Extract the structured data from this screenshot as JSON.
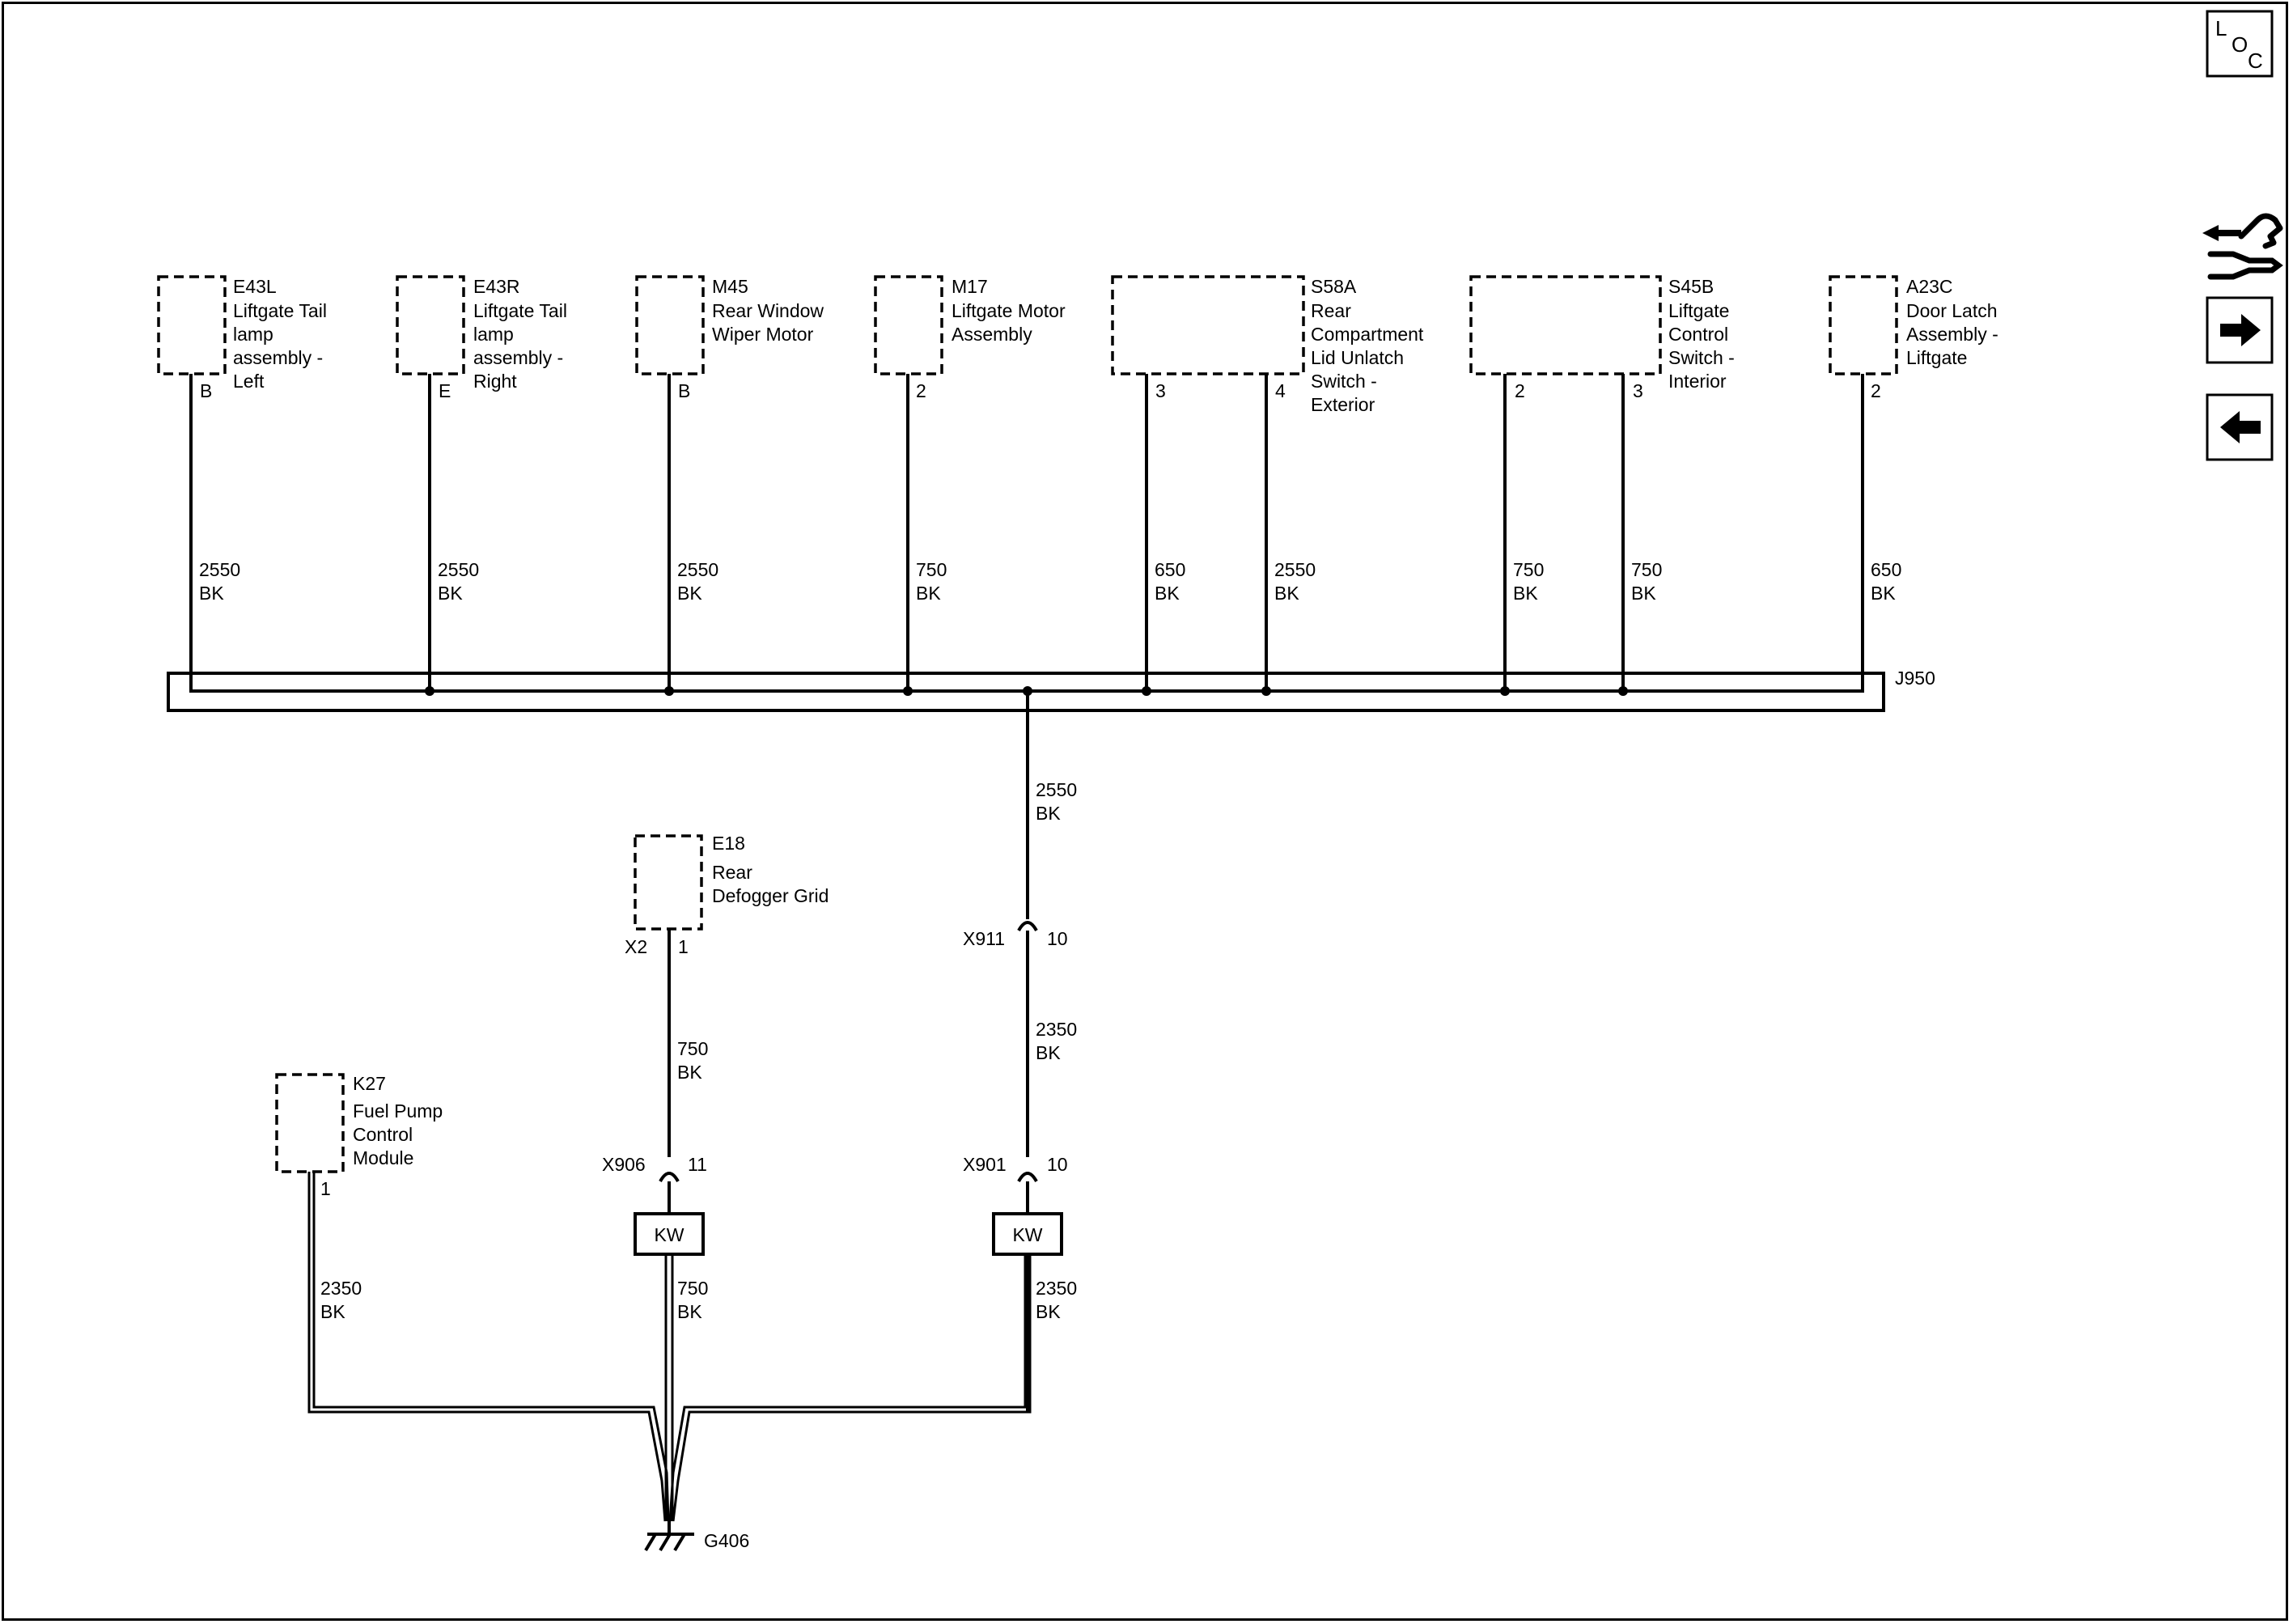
{
  "nav": {
    "loc_letters": [
      "L",
      "O",
      "C"
    ]
  },
  "components": [
    {
      "ref": "E43L",
      "lines": [
        "Liftgate Tail",
        "lamp",
        "assembly -",
        "Left"
      ],
      "pins": [
        "B"
      ]
    },
    {
      "ref": "E43R",
      "lines": [
        "Liftgate Tail",
        "lamp",
        "assembly -",
        "Right"
      ],
      "pins": [
        "E"
      ]
    },
    {
      "ref": "M45",
      "lines": [
        "Rear Window",
        "Wiper Motor"
      ],
      "pins": [
        "B"
      ]
    },
    {
      "ref": "M17",
      "lines": [
        "Liftgate Motor",
        "Assembly"
      ],
      "pins": [
        "2"
      ]
    },
    {
      "ref": "S58A",
      "lines": [
        "Rear",
        "Compartment",
        "Lid Unlatch",
        "Switch -",
        "Exterior"
      ],
      "pins": [
        "3",
        "4"
      ]
    },
    {
      "ref": "S45B",
      "lines": [
        "Liftgate",
        "Control",
        "Switch -",
        "Interior"
      ],
      "pins": [
        "2",
        "3"
      ]
    },
    {
      "ref": "A23C",
      "lines": [
        "Door Latch",
        "Assembly -",
        "Liftgate"
      ],
      "pins": [
        "2"
      ]
    },
    {
      "ref": "E18",
      "lines": [
        "Rear",
        "Defogger Grid"
      ],
      "pins": [
        "X2",
        "1"
      ]
    },
    {
      "ref": "K27",
      "lines": [
        "Fuel Pump",
        "Control",
        "Module"
      ],
      "pins": [
        "1"
      ]
    }
  ],
  "wires": [
    {
      "size": "2550",
      "color": "BK"
    },
    {
      "size": "2550",
      "color": "BK"
    },
    {
      "size": "2550",
      "color": "BK"
    },
    {
      "size": "750",
      "color": "BK"
    },
    {
      "size": "650",
      "color": "BK"
    },
    {
      "size": "2550",
      "color": "BK"
    },
    {
      "size": "750",
      "color": "BK"
    },
    {
      "size": "750",
      "color": "BK"
    },
    {
      "size": "650",
      "color": "BK"
    },
    {
      "size": "2550",
      "color": "BK"
    },
    {
      "size": "2350",
      "color": "BK"
    },
    {
      "size": "2350",
      "color": "BK"
    },
    {
      "size": "750",
      "color": "BK"
    },
    {
      "size": "750",
      "color": "BK"
    },
    {
      "size": "2350",
      "color": "BK"
    }
  ],
  "splice": "J950",
  "connectors": [
    {
      "ref": "X911",
      "pin": "10"
    },
    {
      "ref": "X906",
      "pin": "11"
    },
    {
      "ref": "X901",
      "pin": "10"
    }
  ],
  "boxes": [
    "KW",
    "KW"
  ],
  "ground": "G406"
}
